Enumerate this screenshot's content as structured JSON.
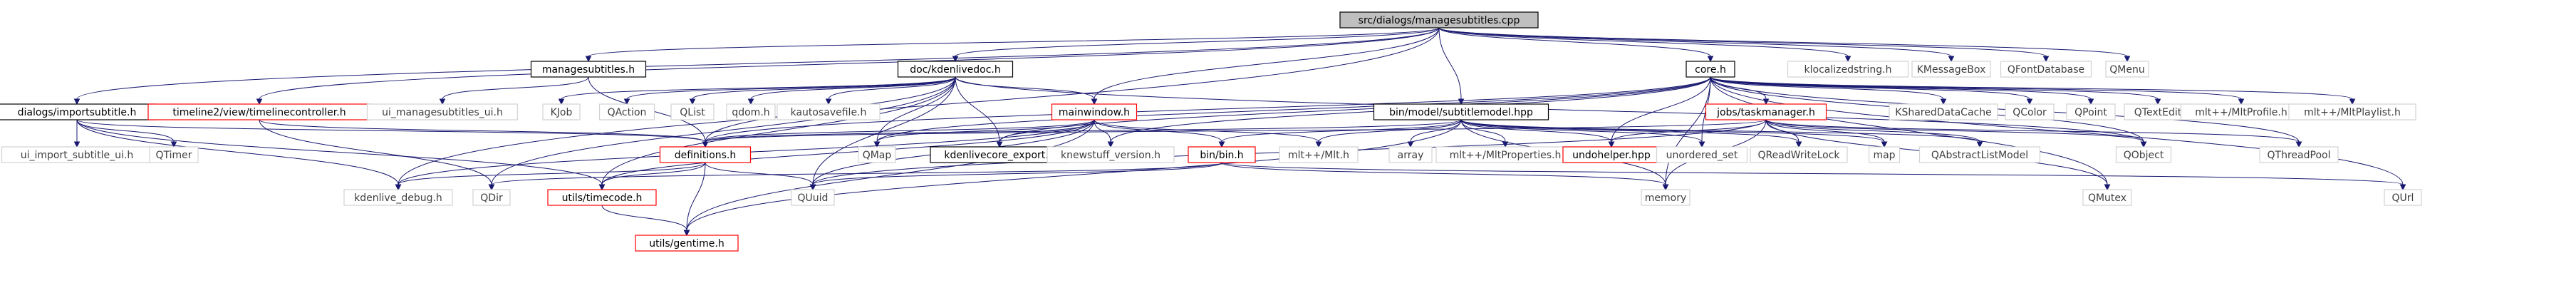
{
  "graph": {
    "root": "src/dialogs/managesubtitles.cpp",
    "colors": {
      "edge": "#191970",
      "root_fill": "#bfbfbf",
      "node_border": "#000000",
      "truncated_border": "#ff0000",
      "external_border": "#d3d3d3",
      "external_text": "#3f3f3f"
    },
    "nodes": [
      {
        "id": "root",
        "label": "src/dialogs/managesubtitles.cpp",
        "kind": "root"
      },
      {
        "id": "managesubtitles_h",
        "label": "managesubtitles.h",
        "kind": "normal"
      },
      {
        "id": "kdenlivedoc_h",
        "label": "doc/kdenlivedoc.h",
        "kind": "normal"
      },
      {
        "id": "core_h",
        "label": "core.h",
        "kind": "normal"
      },
      {
        "id": "klocalizedstring_h",
        "label": "klocalizedstring.h",
        "kind": "gray"
      },
      {
        "id": "KMessageBox",
        "label": "KMessageBox",
        "kind": "gray"
      },
      {
        "id": "QFontDatabase",
        "label": "QFontDatabase",
        "kind": "gray"
      },
      {
        "id": "QMenu",
        "label": "QMenu",
        "kind": "gray"
      },
      {
        "id": "importsubtitle_h",
        "label": "dialogs/importsubtitle.h",
        "kind": "normal"
      },
      {
        "id": "timelinecontroller_h",
        "label": "timeline2/view/timelinecontroller.h",
        "kind": "red"
      },
      {
        "id": "ui_managesubtitles_ui_h",
        "label": "ui_managesubtitles_ui.h",
        "kind": "gray"
      },
      {
        "id": "KJob",
        "label": "KJob",
        "kind": "gray"
      },
      {
        "id": "QAction",
        "label": "QAction",
        "kind": "gray"
      },
      {
        "id": "QList",
        "label": "QList",
        "kind": "gray"
      },
      {
        "id": "qdom_h",
        "label": "qdom.h",
        "kind": "gray"
      },
      {
        "id": "kautosavefile_h",
        "label": "kautosavefile.h",
        "kind": "gray"
      },
      {
        "id": "mainwindow_h",
        "label": "mainwindow.h",
        "kind": "red"
      },
      {
        "id": "subtitlemodel_hpp",
        "label": "bin/model/subtitlemodel.hpp",
        "kind": "normal"
      },
      {
        "id": "taskmanager_h",
        "label": "jobs/taskmanager.h",
        "kind": "red"
      },
      {
        "id": "KSharedDataCache",
        "label": "KSharedDataCache",
        "kind": "gray"
      },
      {
        "id": "QColor",
        "label": "QColor",
        "kind": "gray"
      },
      {
        "id": "QPoint",
        "label": "QPoint",
        "kind": "gray"
      },
      {
        "id": "QTextEdit",
        "label": "QTextEdit",
        "kind": "gray"
      },
      {
        "id": "MltProfile_h",
        "label": "mlt++/MltProfile.h",
        "kind": "gray"
      },
      {
        "id": "MltPlaylist_h",
        "label": "mlt++/MltPlaylist.h",
        "kind": "gray"
      },
      {
        "id": "ui_import_subtitle_ui_h",
        "label": "ui_import_subtitle_ui.h",
        "kind": "gray"
      },
      {
        "id": "QTimer",
        "label": "QTimer",
        "kind": "gray"
      },
      {
        "id": "definitions_h",
        "label": "definitions.h",
        "kind": "red"
      },
      {
        "id": "QMap",
        "label": "QMap",
        "kind": "gray"
      },
      {
        "id": "kdenlivecore_export_h",
        "label": "kdenlivecore_export.h",
        "kind": "normal"
      },
      {
        "id": "knewstuff_version_h",
        "label": "knewstuff_version.h",
        "kind": "gray"
      },
      {
        "id": "bin_h",
        "label": "bin/bin.h",
        "kind": "red"
      },
      {
        "id": "Mlt_h",
        "label": "mlt++/Mlt.h",
        "kind": "gray"
      },
      {
        "id": "array",
        "label": "array",
        "kind": "gray"
      },
      {
        "id": "MltProperties_h",
        "label": "mlt++/MltProperties.h",
        "kind": "gray"
      },
      {
        "id": "undohelper_hpp",
        "label": "undohelper.hpp",
        "kind": "red"
      },
      {
        "id": "unordered_set",
        "label": "unordered_set",
        "kind": "gray"
      },
      {
        "id": "QReadWriteLock",
        "label": "QReadWriteLock",
        "kind": "gray"
      },
      {
        "id": "map",
        "label": "map",
        "kind": "gray"
      },
      {
        "id": "QAbstractListModel",
        "label": "QAbstractListModel",
        "kind": "gray"
      },
      {
        "id": "QObject",
        "label": "QObject",
        "kind": "gray"
      },
      {
        "id": "QThreadPool",
        "label": "QThreadPool",
        "kind": "gray"
      },
      {
        "id": "kdenlive_debug_h",
        "label": "kdenlive_debug.h",
        "kind": "gray"
      },
      {
        "id": "QDir",
        "label": "QDir",
        "kind": "gray"
      },
      {
        "id": "timecode_h",
        "label": "utils/timecode.h",
        "kind": "red"
      },
      {
        "id": "QUuid",
        "label": "QUuid",
        "kind": "gray"
      },
      {
        "id": "memory",
        "label": "memory",
        "kind": "gray"
      },
      {
        "id": "QMutex",
        "label": "QMutex",
        "kind": "gray"
      },
      {
        "id": "QUrl",
        "label": "QUrl",
        "kind": "gray"
      },
      {
        "id": "gentime_h",
        "label": "utils/gentime.h",
        "kind": "red"
      }
    ],
    "edges": [
      [
        "root",
        "managesubtitles_h"
      ],
      [
        "root",
        "kdenlivedoc_h"
      ],
      [
        "root",
        "core_h"
      ],
      [
        "root",
        "klocalizedstring_h"
      ],
      [
        "root",
        "KMessageBox"
      ],
      [
        "root",
        "QFontDatabase"
      ],
      [
        "root",
        "QMenu"
      ],
      [
        "root",
        "importsubtitle_h"
      ],
      [
        "root",
        "timelinecontroller_h"
      ],
      [
        "root",
        "mainwindow_h"
      ],
      [
        "root",
        "subtitlemodel_hpp"
      ],
      [
        "root",
        "kdenlive_debug_h"
      ],
      [
        "managesubtitles_h",
        "ui_managesubtitles_ui_h"
      ],
      [
        "managesubtitles_h",
        "definitions_h"
      ],
      [
        "kdenlivedoc_h",
        "KJob"
      ],
      [
        "kdenlivedoc_h",
        "QAction"
      ],
      [
        "kdenlivedoc_h",
        "QList"
      ],
      [
        "kdenlivedoc_h",
        "qdom_h"
      ],
      [
        "kdenlivedoc_h",
        "kautosavefile_h"
      ],
      [
        "kdenlivedoc_h",
        "definitions_h"
      ],
      [
        "kdenlivedoc_h",
        "QMap"
      ],
      [
        "kdenlivedoc_h",
        "kdenlivecore_export_h"
      ],
      [
        "kdenlivedoc_h",
        "timecode_h"
      ],
      [
        "kdenlivedoc_h",
        "QDir"
      ],
      [
        "kdenlivedoc_h",
        "QUuid"
      ],
      [
        "kdenlivedoc_h",
        "QObject"
      ],
      [
        "kdenlivedoc_h",
        "mainwindow_h"
      ],
      [
        "core_h",
        "taskmanager_h"
      ],
      [
        "core_h",
        "KSharedDataCache"
      ],
      [
        "core_h",
        "QColor"
      ],
      [
        "core_h",
        "QPoint"
      ],
      [
        "core_h",
        "QTextEdit"
      ],
      [
        "core_h",
        "MltProfile_h"
      ],
      [
        "core_h",
        "MltPlaylist_h"
      ],
      [
        "core_h",
        "definitions_h"
      ],
      [
        "core_h",
        "kdenlivecore_export_h"
      ],
      [
        "core_h",
        "knewstuff_version_h"
      ],
      [
        "core_h",
        "undohelper_hpp"
      ],
      [
        "core_h",
        "memory"
      ],
      [
        "core_h",
        "QMutex"
      ],
      [
        "core_h",
        "QUrl"
      ],
      [
        "core_h",
        "QObject"
      ],
      [
        "core_h",
        "QThreadPool"
      ],
      [
        "core_h",
        "unordered_set"
      ],
      [
        "core_h",
        "QMap"
      ],
      [
        "importsubtitle_h",
        "ui_import_subtitle_ui_h"
      ],
      [
        "importsubtitle_h",
        "QTimer"
      ],
      [
        "importsubtitle_h",
        "definitions_h"
      ],
      [
        "importsubtitle_h",
        "timecode_h"
      ],
      [
        "importsubtitle_h",
        "kdenlive_debug_h"
      ],
      [
        "timelinecontroller_h",
        "definitions_h"
      ],
      [
        "timelinecontroller_h",
        "QDir"
      ],
      [
        "mainwindow_h",
        "definitions_h"
      ],
      [
        "mainwindow_h",
        "QMap"
      ],
      [
        "mainwindow_h",
        "kdenlivecore_export_h"
      ],
      [
        "mainwindow_h",
        "knewstuff_version_h"
      ],
      [
        "mainwindow_h",
        "bin_h"
      ],
      [
        "mainwindow_h",
        "Mlt_h"
      ],
      [
        "mainwindow_h",
        "QUuid"
      ],
      [
        "mainwindow_h",
        "timecode_h"
      ],
      [
        "mainwindow_h",
        "gentime_h"
      ],
      [
        "mainwindow_h",
        "kdenlive_debug_h"
      ],
      [
        "subtitlemodel_hpp",
        "definitions_h"
      ],
      [
        "subtitlemodel_hpp",
        "bin_h"
      ],
      [
        "subtitlemodel_hpp",
        "Mlt_h"
      ],
      [
        "subtitlemodel_hpp",
        "array"
      ],
      [
        "subtitlemodel_hpp",
        "MltProperties_h"
      ],
      [
        "subtitlemodel_hpp",
        "undohelper_hpp"
      ],
      [
        "subtitlemodel_hpp",
        "unordered_set"
      ],
      [
        "subtitlemodel_hpp",
        "QReadWriteLock"
      ],
      [
        "subtitlemodel_hpp",
        "map"
      ],
      [
        "subtitlemodel_hpp",
        "QAbstractListModel"
      ],
      [
        "subtitlemodel_hpp",
        "memory"
      ],
      [
        "subtitlemodel_hpp",
        "gentime_h"
      ],
      [
        "taskmanager_h",
        "definitions_h"
      ],
      [
        "taskmanager_h",
        "undohelper_hpp"
      ],
      [
        "taskmanager_h",
        "QReadWriteLock"
      ],
      [
        "taskmanager_h",
        "map"
      ],
      [
        "taskmanager_h",
        "QAbstractListModel"
      ],
      [
        "taskmanager_h",
        "QObject"
      ],
      [
        "taskmanager_h",
        "QThreadPool"
      ],
      [
        "taskmanager_h",
        "memory"
      ],
      [
        "taskmanager_h",
        "QUuid"
      ],
      [
        "taskmanager_h",
        "QMutex"
      ],
      [
        "definitions_h",
        "kdenlive_debug_h"
      ],
      [
        "definitions_h",
        "timecode_h"
      ],
      [
        "definitions_h",
        "QUuid"
      ],
      [
        "definitions_h",
        "gentime_h"
      ],
      [
        "bin_h",
        "QDir"
      ],
      [
        "bin_h",
        "QUuid"
      ],
      [
        "bin_h",
        "memory"
      ],
      [
        "bin_h",
        "QUrl"
      ],
      [
        "timecode_h",
        "gentime_h"
      ]
    ]
  }
}
